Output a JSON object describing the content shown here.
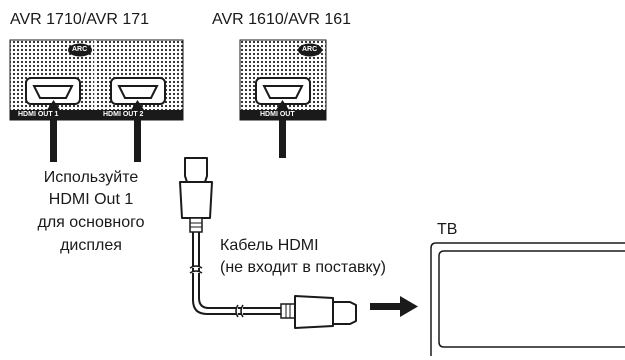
{
  "models": {
    "left": "AVR 1710/AVR 171",
    "right": "AVR 1610/AVR 161"
  },
  "ports": {
    "arc": "ARC",
    "out1": "HDMI OUT 1",
    "out2": "HDMI OUT 2",
    "out": "HDMI OUT"
  },
  "note": {
    "line1": "Используйте",
    "line2": "HDMI Out 1",
    "line3": "для основного",
    "line4": "дисплея"
  },
  "cable": {
    "line1": "Кабель HDMI",
    "line2": "(не входит в поставку)"
  },
  "tv": {
    "label": "ТВ"
  },
  "colors": {
    "ink": "#1a1a1a",
    "panel": "#ffffff",
    "dots": "#222222"
  }
}
